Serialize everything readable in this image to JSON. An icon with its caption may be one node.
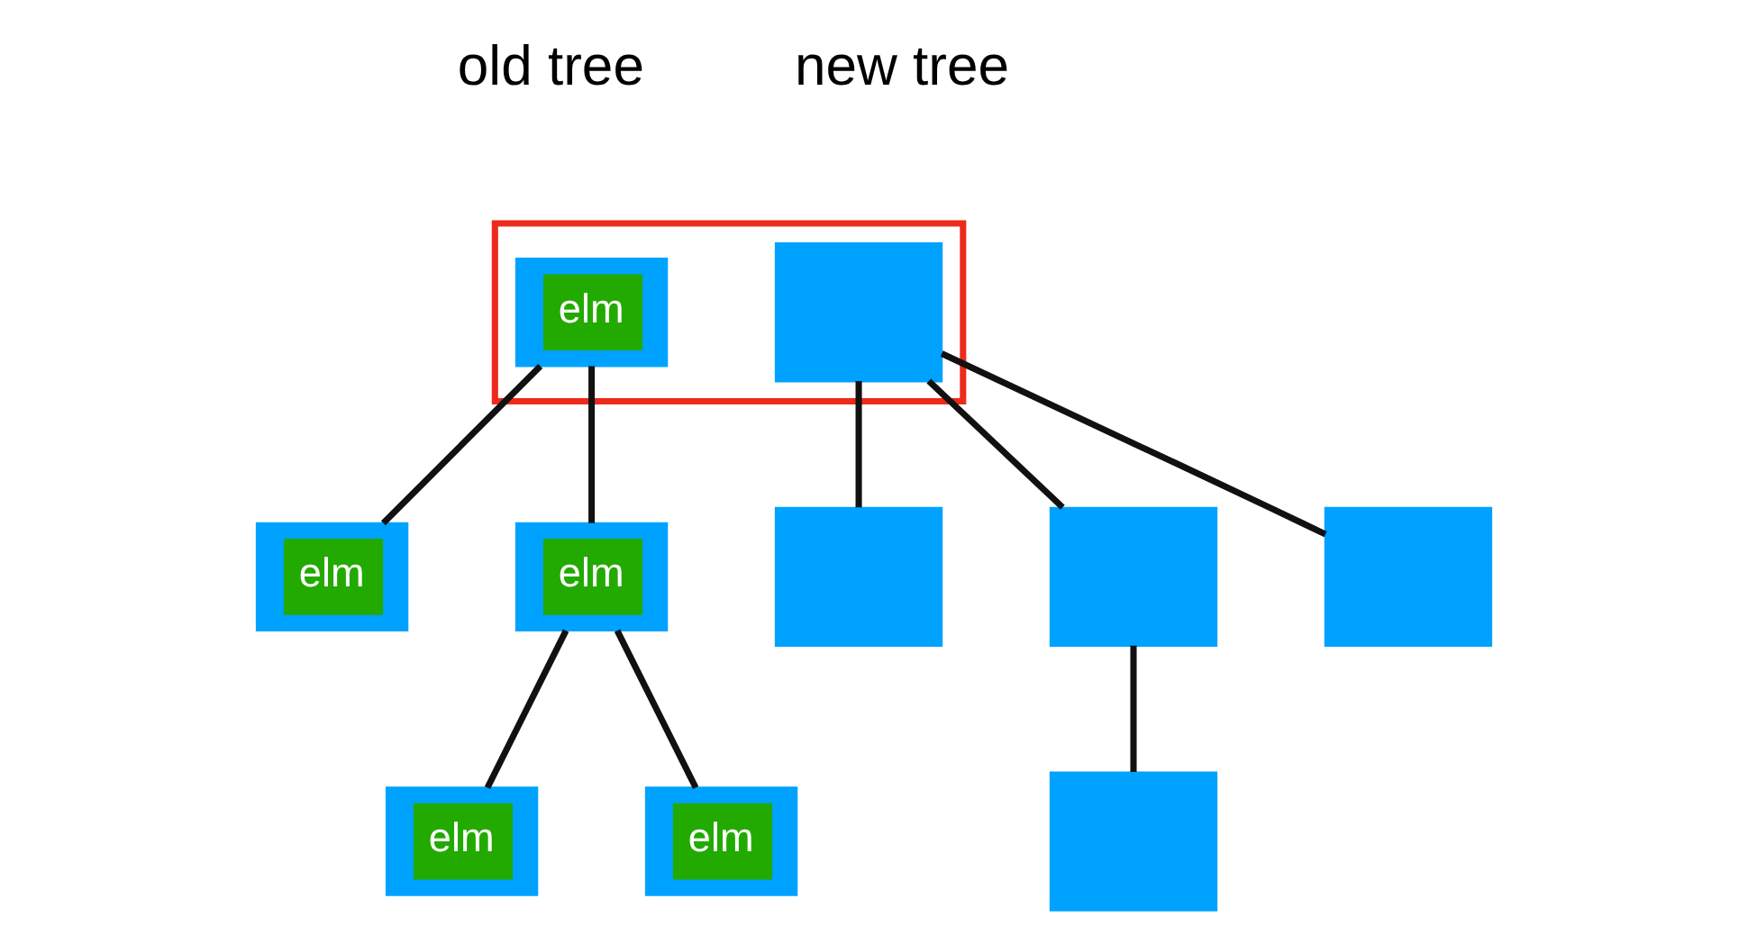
{
  "diagram": {
    "nodes": [
      {
        "text": [],
        "shape": "box"
      },
      {
        "text": [
          "elm"
        ],
        "in": 0
      },
      {
        "text": [],
        "shape": "box",
        "in": 0
      },
      {
        "text": [
          "elm"
        ]
      },
      {
        "text": [
          "elm"
        ]
      },
      {
        "text": [
          "elm"
        ]
      },
      {
        "text": [
          "elm"
        ]
      },
      {
        "text": [],
        "shape": "box"
      },
      {
        "text": [],
        "shape": "box"
      },
      {
        "text": [],
        "shape": "box"
      },
      {
        "text": [],
        "shape": "box"
      }
    ],
    "edges": [
      {
        "from": 1,
        "to": 3,
        "arrow": "none"
      },
      {
        "from": 1,
        "to": 4,
        "arrow": "none"
      },
      {
        "from": 4,
        "to": 5,
        "arrow": "none"
      },
      {
        "from": 4,
        "to": 6,
        "arrow": "none"
      },
      {
        "from": 2,
        "to": 7,
        "arrow": "none"
      },
      {
        "from": 2,
        "to": 8,
        "arrow": "none"
      },
      {
        "from": 2,
        "to": 9,
        "arrow": "none"
      },
      {
        "from": 8,
        "to": 10,
        "arrow": "none"
      }
    ],
    "labels": [
      "old tree",
      "new tree"
    ]
  }
}
